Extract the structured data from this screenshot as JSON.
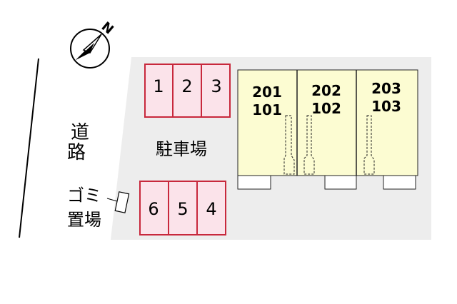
{
  "compass": {
    "north_label": "N"
  },
  "road": {
    "label_line1": "道",
    "label_line2": "路"
  },
  "garbage": {
    "label_line1": "ゴミ",
    "label_line2": "置場"
  },
  "parking": {
    "label": "駐車場",
    "top_row": [
      "1",
      "2",
      "3"
    ],
    "bottom_row": [
      "6",
      "5",
      "4"
    ]
  },
  "building": {
    "units": [
      {
        "upper": "201",
        "lower": "101"
      },
      {
        "upper": "202",
        "lower": "102"
      },
      {
        "upper": "203",
        "lower": "103"
      }
    ]
  },
  "colors": {
    "lot": "#ededed",
    "parking_fill": "#fbe3ea",
    "parking_stroke": "#c8283c",
    "building_fill": "#fcfcd2"
  }
}
